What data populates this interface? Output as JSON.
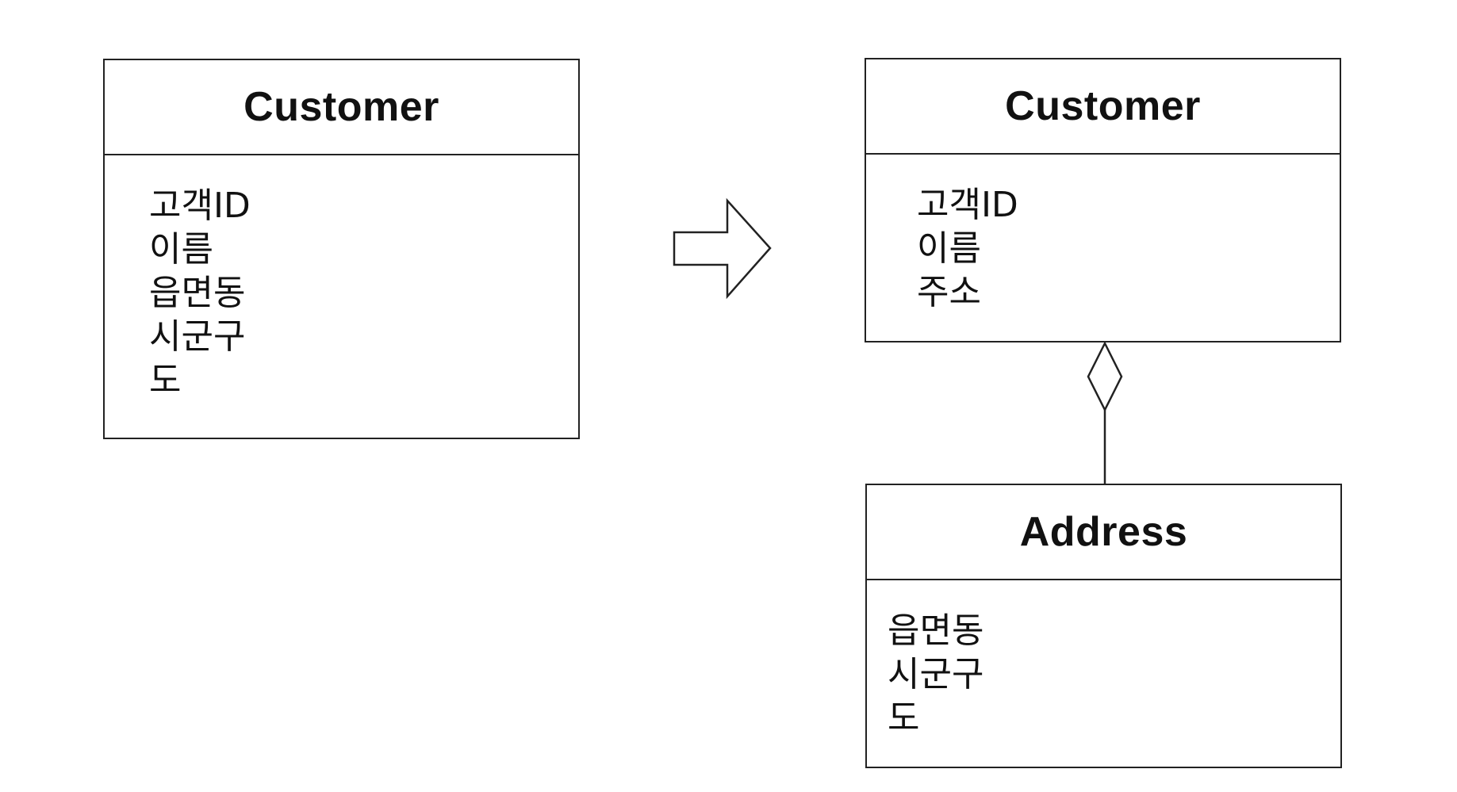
{
  "classes": {
    "customer_left": {
      "name": "Customer",
      "attributes": [
        "고객ID",
        "이름",
        "읍면동",
        "시군구",
        "도"
      ]
    },
    "customer_right": {
      "name": "Customer",
      "attributes": [
        "고객ID",
        "이름",
        "주소"
      ]
    },
    "address": {
      "name": "Address",
      "attributes": [
        "읍면동",
        "시군구",
        "도"
      ]
    }
  },
  "relationships": [
    {
      "type": "aggregation",
      "whole": "Customer",
      "part": "Address"
    }
  ],
  "colors": {
    "line": "#222222",
    "background": "#ffffff"
  }
}
